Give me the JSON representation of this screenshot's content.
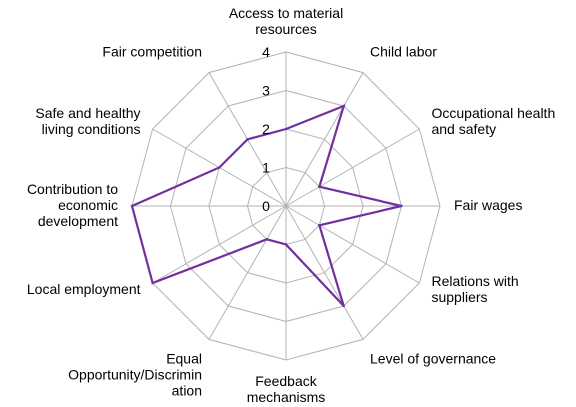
{
  "chart_data": {
    "type": "radar",
    "categories": [
      "Access to material resources",
      "Child labor",
      "Occupational health and safety",
      "Fair wages",
      "Relations with suppliers",
      "Level of governance",
      "Feedback mechanisms",
      "Equal Opportunity/Discrimination",
      "Local employment",
      "Contribution to economic development",
      "Safe and healthy living conditions",
      "Fair competition"
    ],
    "category_label_lines": [
      [
        "Access to material",
        "resources"
      ],
      [
        "Child labor"
      ],
      [
        "Occupational health",
        "and safety"
      ],
      [
        "Fair wages"
      ],
      [
        "Relations with",
        "suppliers"
      ],
      [
        "Level of governance"
      ],
      [
        "Feedback",
        "mechanisms"
      ],
      [
        "Equal",
        "Opportunity/Discrimin",
        "ation"
      ],
      [
        "Local employment"
      ],
      [
        "Contribution to",
        "economic",
        "development"
      ],
      [
        "Safe and healthy",
        "living conditions"
      ],
      [
        "Fair competition"
      ]
    ],
    "ticks": [
      "0",
      "1",
      "2",
      "3",
      "4"
    ],
    "rlim": [
      0,
      4
    ],
    "series": [
      {
        "values": [
          2,
          3,
          1,
          3,
          1,
          3,
          1,
          1,
          4,
          4,
          2,
          2
        ],
        "color": "#7030a0"
      }
    ],
    "grid": true,
    "legend": "none"
  }
}
